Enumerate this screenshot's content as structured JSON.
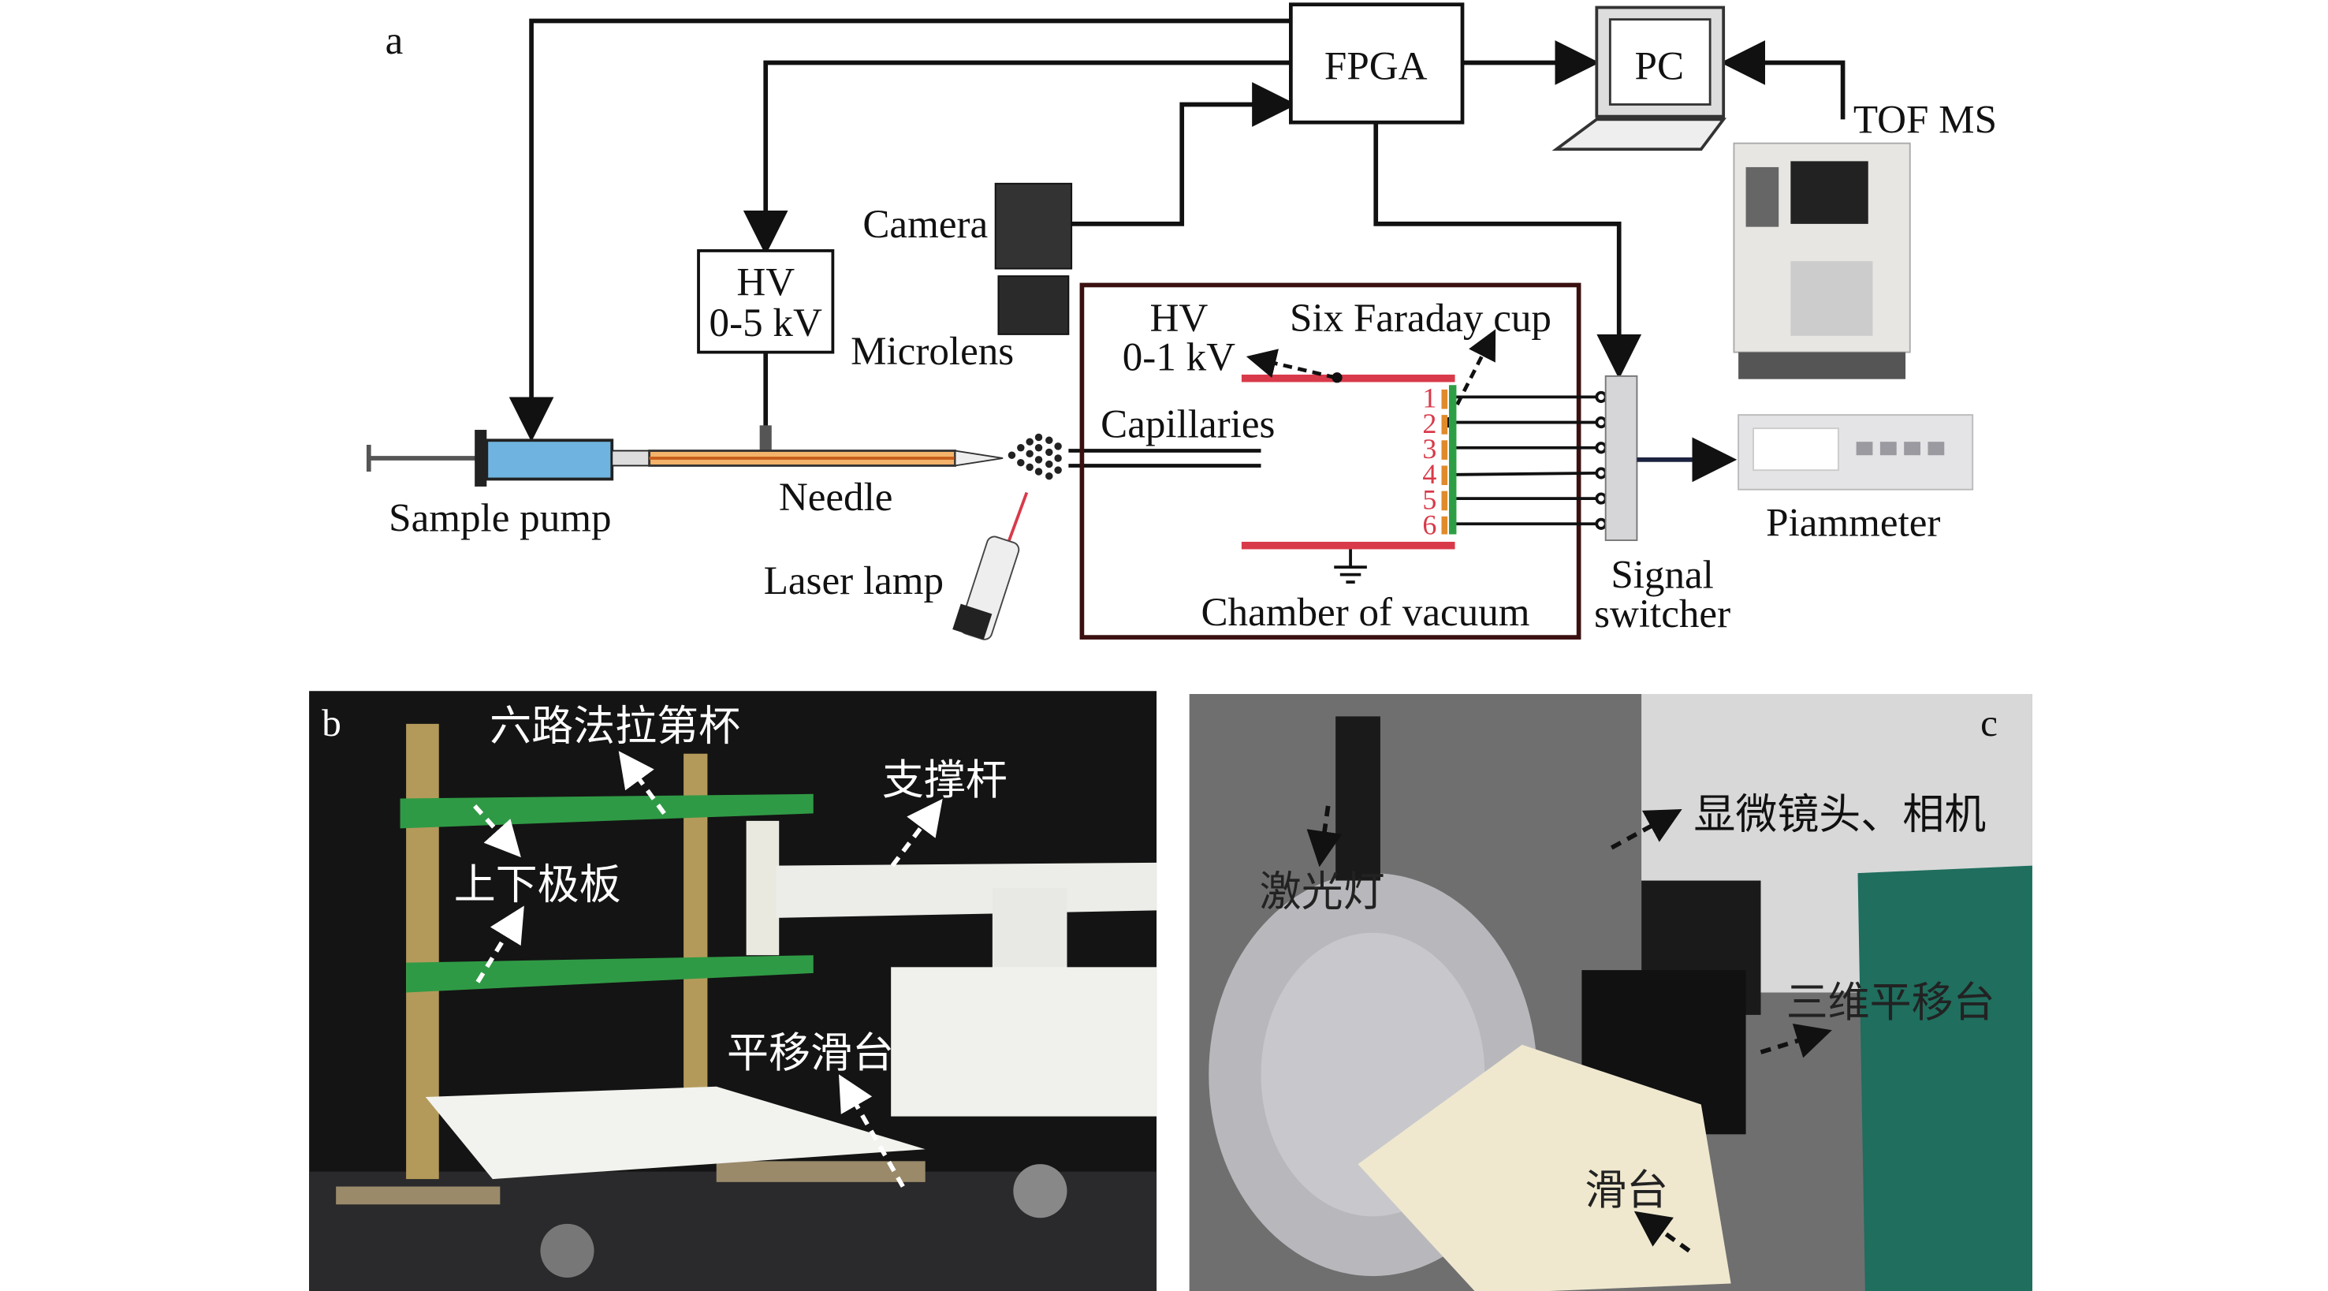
{
  "panel_a": {
    "label": "a",
    "fpga": "FPGA",
    "pc": "PC",
    "tof_ms": "TOF MS",
    "hv_source": [
      "HV",
      "0-5 kV"
    ],
    "camera": "Camera",
    "microlens": "Microlens",
    "sample_pump": "Sample pump",
    "needle": "Needle",
    "laser_lamp": "Laser lamp",
    "chamber_hv": [
      "HV",
      "0-1 kV"
    ],
    "six_faraday_cup": "Six Faraday cup",
    "capillaries": "Capillaries",
    "chamber": "Chamber of vacuum",
    "cup_numbers": [
      "1",
      "2",
      "3",
      "4",
      "5",
      "6"
    ],
    "signal_switcher": [
      "Signal",
      "switcher"
    ],
    "piammeter": "Piammeter"
  },
  "panel_b": {
    "label": "b",
    "six_faraday_cups": "六路法拉第杯",
    "support_rod": "支撑杆",
    "plates": "上下极板",
    "translation_slide": "平移滑台"
  },
  "panel_c": {
    "label": "c",
    "microscope_camera": "显微镜头、相机",
    "laser": "激光灯",
    "xyz_stage": "三维平移台",
    "slide": "滑台"
  },
  "colors": {
    "plate_red": "#d93a4a",
    "faraday_green": "#2e9e45",
    "pad_orange": "#e08a2c",
    "syringe_blue": "#6fb4e0",
    "chamber_border": "#3a1010"
  }
}
